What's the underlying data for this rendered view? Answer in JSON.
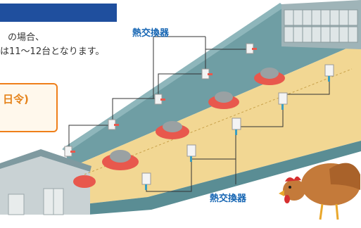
{
  "text": {
    "line1": "の場合、",
    "line2": "は11〜12台となります。",
    "callout": "日令)",
    "label_top": "熱交換器",
    "label_bottom": "熱交換器"
  },
  "colors": {
    "title_bar": "#1f4f9e",
    "wall": "#5a8d94",
    "floor": "#f3d99a",
    "heater": "#e8584d",
    "callout_border": "#ef7f1a",
    "label": "#1565b3"
  },
  "icons": [
    "heat-exchanger-icon",
    "brooder-heater-icon",
    "fan-icon",
    "chicken-illustration"
  ]
}
